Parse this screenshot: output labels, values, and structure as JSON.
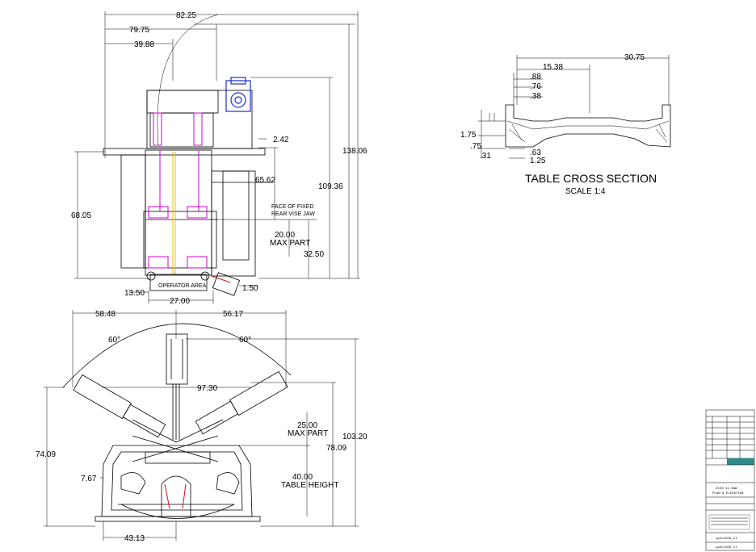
{
  "plan_view": {
    "dims": {
      "d_82_25": "82.25",
      "d_79_75": "79.75",
      "d_39_88": "39.88",
      "d_2_42": "2.42",
      "d_138_06": "138.06",
      "d_65_62": "65.62",
      "d_109_36": "109.36",
      "d_68_05": "68.05",
      "d_20_00": "20.00",
      "d_32_50": "32.50",
      "d_13_50": "13.50",
      "d_27_00": "27.00",
      "d_1_50": "1.50"
    },
    "labels": {
      "face_line1": "FACE OF FIXED",
      "face_line2": "REAR VISE JAW",
      "max_part": "MAX PART",
      "operator_area": "OPERATOR AREA"
    }
  },
  "elevation_view": {
    "dims": {
      "d_58_48": "58.48",
      "d_56_17": "56.17",
      "angle_left": "60°",
      "angle_right": "60°",
      "d_97_30": "97.30",
      "d_25_00": "25.00",
      "max_part": "MAX PART",
      "d_78_09": "78.09",
      "d_103_20": "103.20",
      "d_74_09": "74.09",
      "d_7_67": "7.67",
      "d_40_00": "40.00",
      "table_height": "TABLE HEIGHT",
      "d_43_13": "43.13"
    }
  },
  "table_section": {
    "title": "TABLE CROSS SECTION",
    "scale": "SCALE 1:4",
    "dims": {
      "d_30_75": "30.75",
      "d_15_38": "15.38",
      "d_88": ".88",
      "d_76": ".76",
      "d_38": ".38",
      "d_1_75": "1.75",
      "d_75": ".75",
      "d_31": ".31",
      "d_63": ".63",
      "d_1_25": "1.25"
    }
  },
  "title_block": {
    "drawing_title": "2150-II SAW",
    "drawing_subtitle": "PLAN & ELEVATION",
    "drawing_number_1": "spec2150_II",
    "drawing_number_2": "spec2150_II"
  },
  "colors": {
    "line": "#000000",
    "magenta": "#d400d4",
    "blue": "#1a2bd4",
    "yellow": "#e0c000",
    "red": "#d81010",
    "teal_block": "#2e8b8b"
  }
}
